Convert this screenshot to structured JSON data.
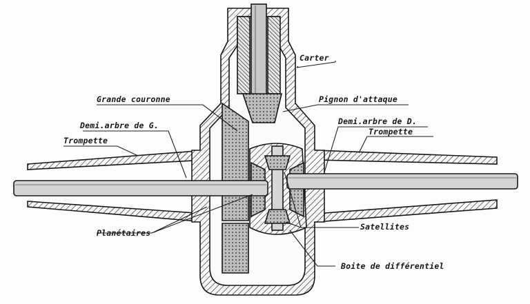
{
  "labels": {
    "carter": "Carter",
    "grande_couronne": "Grande couronne",
    "pignon_attaque": "Pignon d'attaque",
    "demi_arbre_g": "Demi.arbre de G.",
    "demi_arbre_d": "Demi.arbre de D.",
    "trompette_left": "Trompette",
    "trompette_right": "Trompette",
    "planetaires": "Planétaires",
    "satellites": "Satellites",
    "boite_differentiel": "Boite de différentiel"
  },
  "colors": {
    "ink": "#1a1a1a",
    "paper": "#fdfdfc"
  }
}
